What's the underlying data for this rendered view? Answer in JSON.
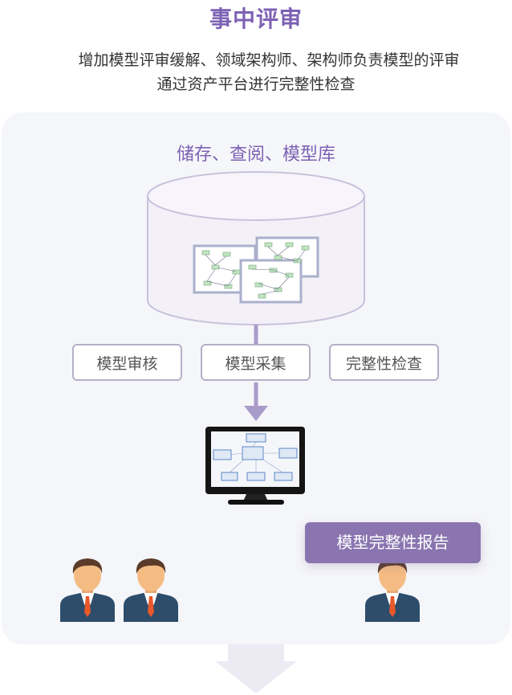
{
  "title": "事中评审",
  "description": {
    "line1": "增加模型评审缓解、领域架构师、架构师负责模型的评审",
    "line2": "通过资产平台进行完整性检查"
  },
  "repository": {
    "title": "储存、查阅、模型库"
  },
  "tags": [
    {
      "label": "模型审核"
    },
    {
      "label": "模型采集"
    },
    {
      "label": "完整性检查"
    }
  ],
  "report": {
    "label": "模型完整性报告"
  },
  "colors": {
    "accent": "#7d62b4",
    "panel": "#f5f6f9",
    "report_bg": "#8a75b0",
    "arrow": "#a99bc9"
  },
  "icons": [
    "database-icon",
    "diagram-thumbnail-icon",
    "monitor-icon",
    "person-icon",
    "down-arrow-icon"
  ]
}
